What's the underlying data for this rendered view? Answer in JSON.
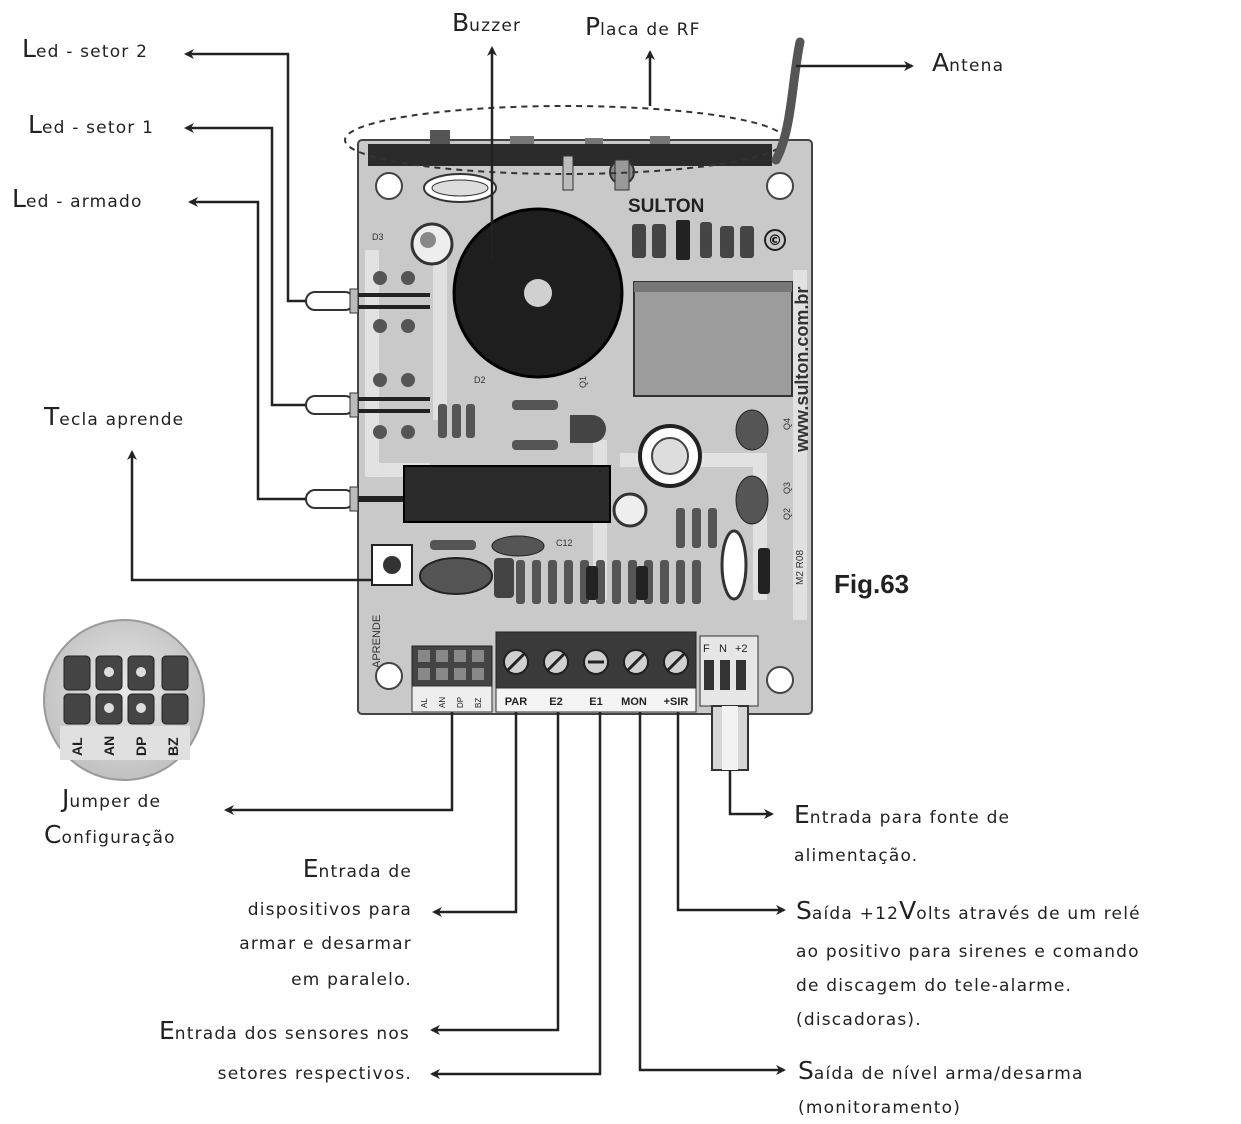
{
  "figure_label": "Fig.63",
  "board": {
    "brand": "SULTON",
    "website": "www.sulton.com.br",
    "copyright_mark": "©",
    "model": "M2 R08",
    "aprende_label": "APRENDE",
    "jumper_small_labels": [
      "AL",
      "AN",
      "DP",
      "BZ"
    ],
    "terminal_labels": [
      "PAR",
      "E2",
      "E1",
      "MON",
      "+SIR"
    ],
    "power_labels": [
      "F",
      "N",
      "+2"
    ],
    "component_labels": [
      "D3",
      "D2",
      "Q1",
      "C12",
      "Q4",
      "Q2",
      "Q3"
    ]
  },
  "jumper_zoom_labels": [
    "AL",
    "AN",
    "DP",
    "BZ"
  ],
  "callouts": {
    "led_setor2": {
      "first": "L",
      "rest": "ed - setor 2"
    },
    "led_setor1": {
      "first": "L",
      "rest": "ed - setor 1"
    },
    "led_armado": {
      "first": "L",
      "rest": "ed - armado"
    },
    "buzzer": {
      "first": "B",
      "rest": "uzzer"
    },
    "placa_rf": {
      "first": "P",
      "rest": "laca de RF"
    },
    "antena": {
      "first": "A",
      "rest": "ntena"
    },
    "tecla_aprende": {
      "first": "T",
      "rest": "ecla aprende"
    },
    "jumper_config": {
      "line1_first": "J",
      "line1_rest": "umper de",
      "line2_first": "C",
      "line2_rest": "onfiguração"
    },
    "entrada_dispositivos": {
      "line1_first": "E",
      "line1_rest": "ntrada de",
      "line2": "dispositivos para",
      "line3": "armar e desarmar",
      "line4": "em paralelo."
    },
    "entrada_sensores": {
      "line1_first": "E",
      "line1_rest": "ntrada dos sensores nos",
      "line2": "setores respectivos."
    },
    "entrada_fonte": {
      "line1_first": "E",
      "line1_rest": "ntrada para fonte de",
      "line2": "alimentação."
    },
    "saida_12v": {
      "line1_first": "S",
      "line1_rest": "aída +12",
      "line1_v": "V",
      "line1_end": "olts através de um relé",
      "line2": "ao positivo para sirenes e comando",
      "line3": "de discagem do tele-alarme.",
      "line4": "(discadoras)."
    },
    "saida_nivel": {
      "line1_first": "S",
      "line1_rest": "aída de nível arma/desarma",
      "line2": "(monitoramento)"
    }
  }
}
